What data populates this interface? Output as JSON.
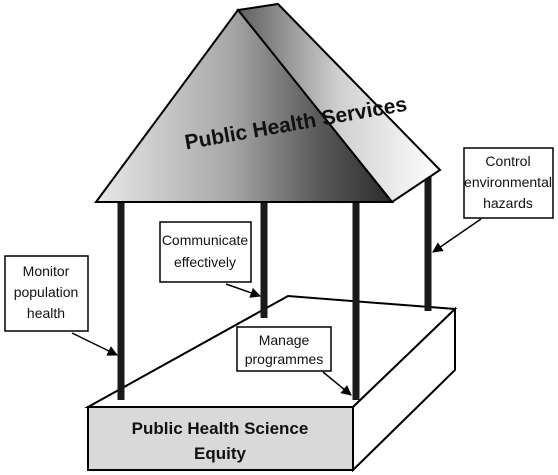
{
  "roof": {
    "title": "Public Health Services"
  },
  "base": {
    "line1": "Public Health Science",
    "line2": "Equity"
  },
  "callouts": {
    "monitor": {
      "line1": "Monitor",
      "line2": "population",
      "line3": "health"
    },
    "communicate": {
      "line1": "Communicate",
      "line2": "effectively"
    },
    "manage": {
      "line1": "Manage",
      "line2": "programmes"
    },
    "control": {
      "line1": "Control",
      "line2": "environmental",
      "line3": "hazards"
    }
  }
}
